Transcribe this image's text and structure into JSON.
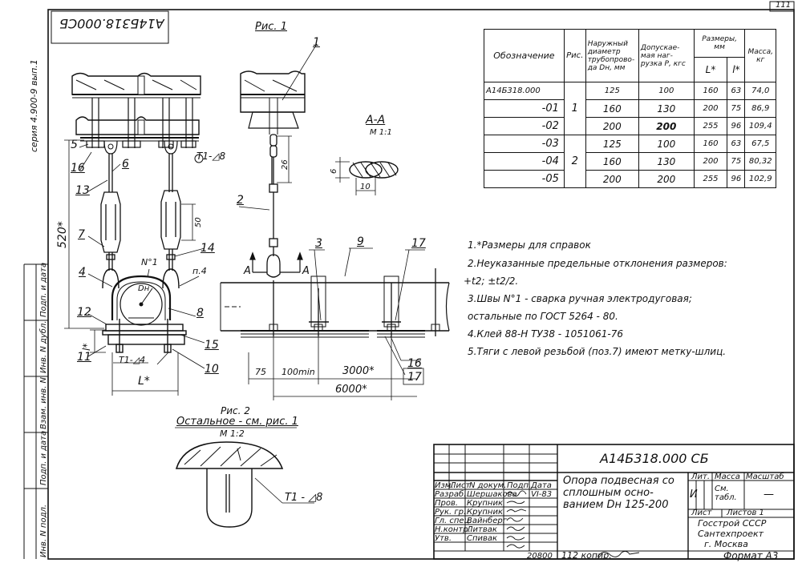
{
  "sheet_number": "111",
  "series_label": "серия  4.900-9  вып.1",
  "doc_code_rotated": "А14Б318.000СБ",
  "left_margin_labels": [
    "Инв. N подл.",
    "Подп. и дата",
    "Взам. инв. N",
    "Инв. N дубл.",
    "Подп. и дата"
  ],
  "fig1_title": "Рис. 1",
  "fig2_title": "Рис. 2",
  "fig2_subtitle": "Остальное - см. рис. 1",
  "fig2_scale": "М 1:2",
  "section_title": "А-А",
  "section_scale": "М 1:1",
  "labels": {
    "weld_mark": "Т1-◿8",
    "weld_mark_fig2": "Т1 - ◿8",
    "weld_mark_bottom": "Т1-◿4",
    "dim_520": "520*",
    "dim_50": "50",
    "dim_26": "26",
    "dim_6": "6",
    "dim_10": "10",
    "dim_L": "L*",
    "dim_l": "l*",
    "dim_75": "75",
    "dim_100min": "100min",
    "dim_3000": "3000*",
    "dim_6000": "6000*",
    "Dn": "Dн",
    "weld_no": "N°1",
    "p4": "п.4",
    "arrow_A": "А",
    "callouts": [
      "1",
      "2",
      "3",
      "4",
      "5",
      "6",
      "7",
      "8",
      "9",
      "10",
      "11",
      "12",
      "13",
      "14",
      "15",
      "16",
      "17"
    ]
  },
  "table": {
    "headers": {
      "designation": "Обозначение",
      "fig": "Рис.",
      "outer_diameter": "Наружный диаметр трубопрово-да Dн, мм",
      "allowed_load": "Допускае-мая наг-рузка Р, кгс",
      "sizes": "Размеры, мм",
      "mass": "Масса, кг",
      "L": "L*",
      "l": "l*"
    },
    "rows": [
      {
        "designation": "А14Б318.000",
        "fig": "",
        "dn": "125",
        "p": "100",
        "L": "160",
        "l": "63",
        "mass": "74,0"
      },
      {
        "designation": "-01",
        "fig": "1",
        "dn": "160",
        "p": "130",
        "L": "200",
        "l": "75",
        "mass": "86,9"
      },
      {
        "designation": "-02",
        "fig": "",
        "dn": "200",
        "p": "200",
        "L": "255",
        "l": "96",
        "mass": "109,4"
      },
      {
        "designation": "-03",
        "fig": "",
        "dn": "125",
        "p": "100",
        "L": "160",
        "l": "63",
        "mass": "67,5"
      },
      {
        "designation": "-04",
        "fig": "2",
        "dn": "160",
        "p": "130",
        "L": "200",
        "l": "75",
        "mass": "80,32"
      },
      {
        "designation": "-05",
        "fig": "",
        "dn": "200",
        "p": "200",
        "L": "255",
        "l": "96",
        "mass": "102,9"
      }
    ]
  },
  "notes": [
    "1.*Размеры для справок",
    "2.Неуказанные предельные отклонения размеров:",
    "+t2; ±t2/2.",
    "3.Швы N°1 - сварка  ручная электродуговая;",
    "остальные по ГОСТ 5264 - 80.",
    "4.Клей 88-Н  ТУ38 - 1051061-76",
    "5.Тяги с  левой резьбой (поз.7) имеют метку-шлиц."
  ],
  "title_block": {
    "doc_code": "А14Б318.000 СБ",
    "title": "Опора подвесная со сплошным осно-ванием Dн 125-200",
    "lit": "Лит.",
    "massa": "Масса",
    "masshtab": "Масштаб",
    "lit_value": "И",
    "mass_value": "См. табл.",
    "scale_value": "—",
    "sheet": "Лист",
    "sheets": "Листов 1",
    "org": [
      "Госстрой СССР",
      "Сантехпроект",
      "г. Москва"
    ],
    "format": "Формат А3",
    "copied": "112  копир.",
    "inventory": "20800",
    "col_headers": [
      "Изм.",
      "Лист",
      "N докум.",
      "Подп.",
      "Дата"
    ],
    "roles": [
      {
        "role": "Разраб.",
        "name": "Шершакова",
        "sign": "",
        "date": "VI-83"
      },
      {
        "role": "Пров.",
        "name": "Крупник",
        "sign": "",
        "date": ""
      },
      {
        "role": "Рук. гр.",
        "name": "Крупник",
        "sign": "",
        "date": ""
      },
      {
        "role": "Гл. спец.",
        "name": "Вайнберг",
        "sign": "",
        "date": ""
      },
      {
        "role": "Н.контр.",
        "name": "Литвак",
        "sign": "",
        "date": ""
      },
      {
        "role": "Утв.",
        "name": "Спивак",
        "sign": "",
        "date": ""
      }
    ]
  }
}
